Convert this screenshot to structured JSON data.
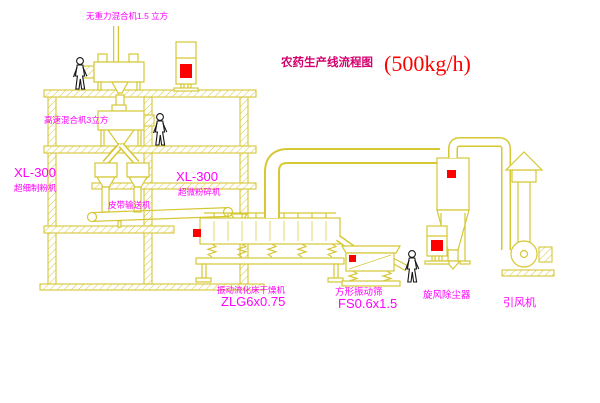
{
  "title": {
    "zh": "农药生产线流程图",
    "capacity": "(500kg/h)"
  },
  "labels": {
    "gravity_mixer": "无重力混合机1.5 立方",
    "high_speed_mixer": "高速混合机3立方",
    "fine_mill_model": "XL-300",
    "fine_mill_name": "超细制粉机",
    "micro_mill_model": "XL-300",
    "micro_mill_name": "超微粉碎机",
    "belt_conveyor": "皮带输送机",
    "dryer_name": "振动流化床干燥机",
    "dryer_model": "ZLG6x0.75",
    "sieve_name": "方形振动筛",
    "sieve_model": "FS0.6x1.5",
    "cyclone_name": "旋风除尘器",
    "fan_name": "引风机"
  },
  "colors": {
    "drawing_line": "#d6c735",
    "label_text": "#ff00ff",
    "title_text": "#d4006e",
    "accent_red": "#ff0000",
    "figure_outline": "#151515",
    "background": "#ffffff"
  }
}
